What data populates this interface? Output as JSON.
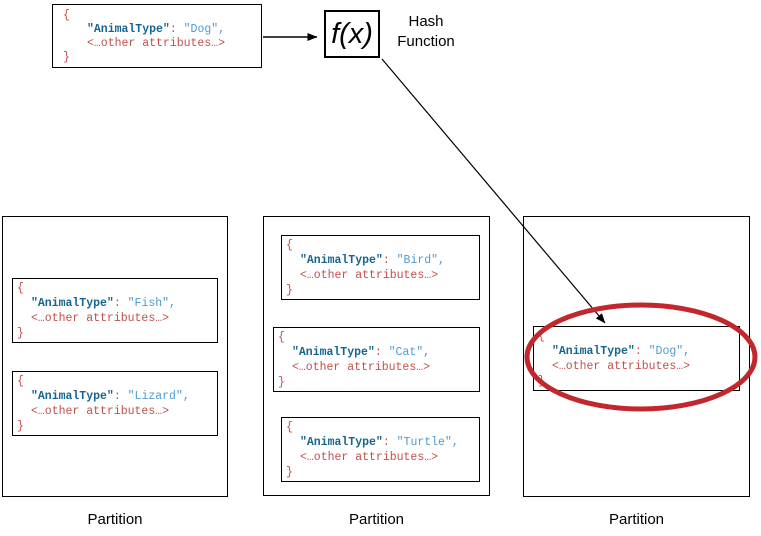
{
  "record_common": {
    "brace_open": "{",
    "key": "\"AnimalType\"",
    "colon": ": ",
    "attributes": "<…other attributes…>",
    "brace_close": "}"
  },
  "source_record": {
    "value": "\"Dog\","
  },
  "hash_function": {
    "symbol": "f(x)",
    "caption_line1": "Hash",
    "caption_line2": "Function"
  },
  "partitions": [
    {
      "label": "Partition",
      "records": [
        {
          "value": "\"Fish\","
        },
        {
          "value": "\"Lizard\","
        }
      ]
    },
    {
      "label": "Partition",
      "records": [
        {
          "value": "\"Bird\","
        },
        {
          "value": "\"Cat\","
        },
        {
          "value": "\"Turtle\","
        }
      ]
    },
    {
      "label": "Partition",
      "records": [
        {
          "value": "\"Dog\",",
          "highlighted": true
        }
      ]
    }
  ],
  "colors": {
    "syntax_punctuation_red": "#c0504d",
    "json_key_blue": "#166490",
    "json_value_blue": "#4f9bd2",
    "highlight_ellipse_red": "#c1272d",
    "connector_black": "#000000",
    "background": "#ffffff"
  }
}
